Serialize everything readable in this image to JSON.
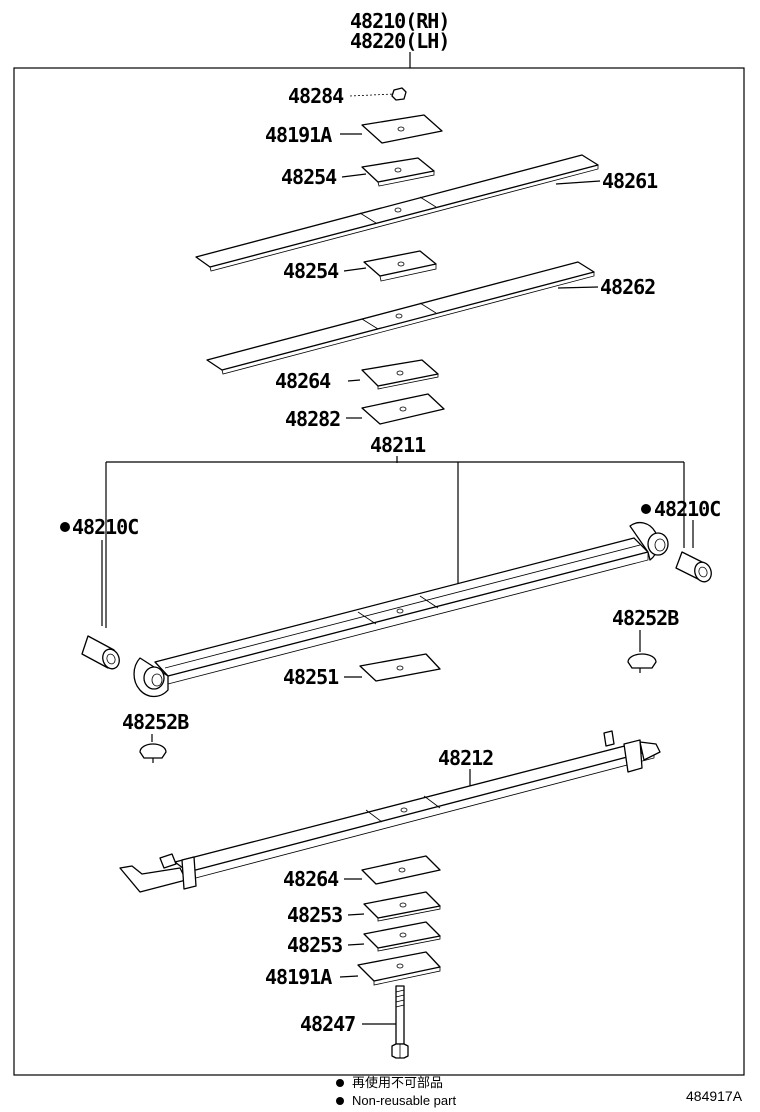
{
  "assembly": {
    "rh": "48210(RH)",
    "lh": "48220(LH)"
  },
  "labels": {
    "p48284": "48284",
    "p48191a_top": "48191A",
    "p48254_top": "48254",
    "p48261": "48261",
    "p48254_mid": "48254",
    "p48262": "48262",
    "p48264_top": "48264",
    "p48282": "48282",
    "p48211": "48211",
    "p48210c_left": "48210C",
    "p48210c_right": "48210C",
    "p48252b_right": "48252B",
    "p48251": "48251",
    "p48252b_left": "48252B",
    "p48212": "48212",
    "p48264_bot": "48264",
    "p48253_a": "48253",
    "p48253_b": "48253",
    "p48191a_bot": "48191A",
    "p48247": "48247"
  },
  "legend": {
    "jp": "再使用不可部品",
    "en": "Non-reusable part"
  },
  "catalog_number": "484917A"
}
